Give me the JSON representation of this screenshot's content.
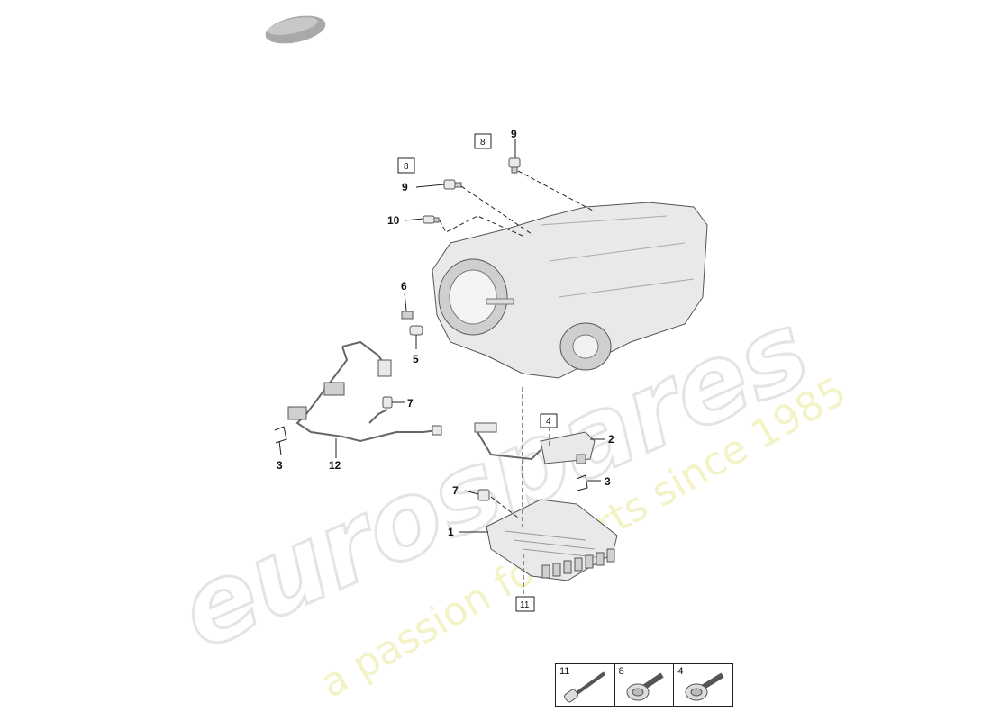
{
  "watermark": {
    "brand": "eurospares",
    "tagline": "a passion for parts since 1985"
  },
  "callouts": {
    "c1": "1",
    "c2": "2",
    "c3_left": "3",
    "c3_right": "3",
    "c5": "5",
    "c6": "6",
    "c7_upper": "7",
    "c7_lower": "7",
    "c9_top": "9",
    "c9_left": "9",
    "c10": "10",
    "c12": "12"
  },
  "boxed_refs": {
    "b8_top": "8",
    "b8_left": "8",
    "b4": "4",
    "b11": "11"
  },
  "fastener_table": [
    {
      "number": "11",
      "icon": "long-bolt-icon"
    },
    {
      "number": "8",
      "icon": "flange-bolt-icon"
    },
    {
      "number": "4",
      "icon": "flange-bolt-icon"
    }
  ]
}
